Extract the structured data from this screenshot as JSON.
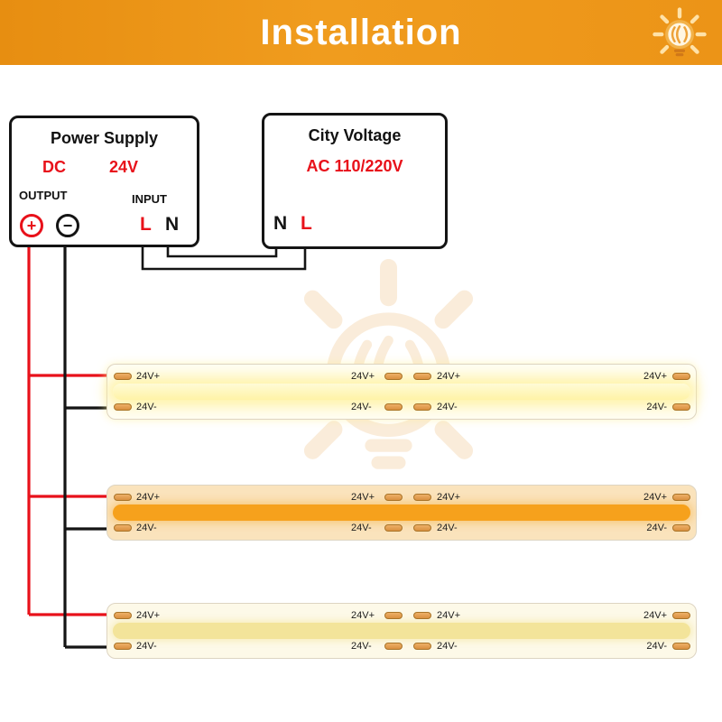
{
  "banner": {
    "title": "Installation",
    "bg_color": "#ED9418",
    "logo_icon": "bulb-logo"
  },
  "power_supply": {
    "title": "Power Supply",
    "dc": "DC",
    "voltage": "24V",
    "output": "OUTPUT",
    "input": "INPUT",
    "plus": "+",
    "minus": "−",
    "l": "L",
    "n": "N"
  },
  "city_voltage": {
    "title": "City Voltage",
    "voltage": "AC 110/220V",
    "n": "N",
    "l": "L"
  },
  "wire_colors": {
    "positive": "#E8111A",
    "negative": "#141414"
  },
  "strips": [
    {
      "name": "warm-white-strip",
      "plus": "24V+",
      "minus": "24V-",
      "body_color": "#FFFEF4",
      "band_color": "#FFF3A6"
    },
    {
      "name": "orange-strip",
      "plus": "24V+",
      "minus": "24V-",
      "body_color": "#FAE3BC",
      "band_color": "#F6A11C"
    },
    {
      "name": "yellow-strip",
      "plus": "24V+",
      "minus": "24V-",
      "body_color": "#FDF9E8",
      "band_color": "#F3E49A"
    }
  ]
}
